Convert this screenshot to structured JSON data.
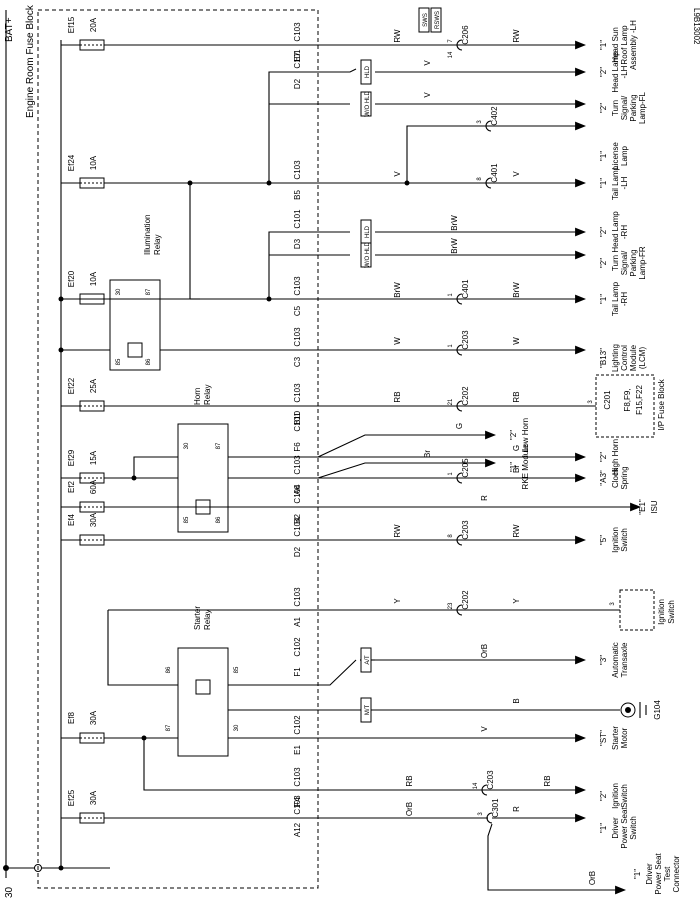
{
  "page": {
    "code": "L9B13002",
    "bat": "BAT+",
    "fuse_block": "Engine Room Fuse Block",
    "ground_num": "30"
  },
  "fuses": [
    {
      "name": "Ef15",
      "rating": "20A"
    },
    {
      "name": "Ef24",
      "rating": "10A"
    },
    {
      "name": "Ef20",
      "rating": "10A"
    },
    {
      "name": "Ef22",
      "rating": "25A"
    },
    {
      "name": "Ef29",
      "rating": "15A"
    },
    {
      "name": "Ef2",
      "rating": "60A"
    },
    {
      "name": "Ef4",
      "rating": "30A"
    },
    {
      "name": "Ef8",
      "rating": "30A"
    },
    {
      "name": "Ef25",
      "rating": "30A"
    }
  ],
  "relays": [
    {
      "name": "Illumination Relay",
      "p1": "30",
      "p2": "87",
      "p3": "85",
      "p4": "86"
    },
    {
      "name": "Horn Relay",
      "p1": "30",
      "p2": "87",
      "p3": "85",
      "p4": "86"
    },
    {
      "name": "Starter Relay",
      "p1": "86",
      "p2": "85",
      "p3": "87",
      "p4": "30"
    }
  ],
  "connectors": [
    {
      "conn": "C103",
      "pin": "E7"
    },
    {
      "conn": "C101",
      "pin": "D2"
    },
    {
      "conn": "C103",
      "pin": "B5"
    },
    {
      "conn": "C101",
      "pin": "D3"
    },
    {
      "conn": "C103",
      "pin": "C5"
    },
    {
      "conn": "C103",
      "pin": "C3"
    },
    {
      "conn": "C103",
      "pin": "B10"
    },
    {
      "conn": "C101",
      "pin": "F6"
    },
    {
      "conn": "C103",
      "pin": "A6"
    },
    {
      "conn": "C104",
      "pin": "B2"
    },
    {
      "conn": "C104",
      "pin": "D2"
    },
    {
      "conn": "C103",
      "pin": "A1"
    },
    {
      "conn": "C102",
      "pin": "F1"
    },
    {
      "conn": "C102",
      "pin": "E1"
    },
    {
      "conn": "C103",
      "pin": "F4"
    },
    {
      "conn": "C103",
      "pin": "A12"
    }
  ],
  "wires": [
    {
      "c1": "RW",
      "c2": "RW"
    },
    {
      "c1": "V",
      "c2": "V"
    },
    {
      "c1": "V",
      "c2": "V"
    },
    {
      "c1": "BrW",
      "c2": "BrW"
    },
    {
      "c1": "BrW",
      "c2": "BrW"
    },
    {
      "c1": "W",
      "c2": "W"
    },
    {
      "c1": "RB",
      "c2": "RB"
    },
    {
      "c1": "G",
      "c2": "G"
    },
    {
      "c1": "Br",
      "c2": "Br"
    },
    {
      "c1": "R",
      "c2": ""
    },
    {
      "c1": "RW",
      "c2": "RW"
    },
    {
      "c1": "Y",
      "c2": "Y"
    },
    {
      "c1": "OrB",
      "c2": ""
    },
    {
      "c1": "B",
      "c2": ""
    },
    {
      "c1": "V",
      "c2": ""
    },
    {
      "c1": "RB",
      "c2": "RB"
    },
    {
      "c1": "OrB",
      "c2": "R"
    },
    {
      "c1": "OrB",
      "c2": ""
    }
  ],
  "inline": [
    {
      "pin": "7",
      "conn": "C206",
      "pin2": "14"
    },
    {
      "pin": "3",
      "conn": "C402"
    },
    {
      "pin": "8",
      "conn": "C401"
    },
    {
      "pin": "1",
      "conn": "C401"
    },
    {
      "pin": "1",
      "conn": "C203"
    },
    {
      "pin": "21",
      "conn": "C202"
    },
    {
      "pin": "1",
      "conn": "C205"
    },
    {
      "pin": "8",
      "conn": "C203"
    },
    {
      "pin": "23",
      "conn": "C202"
    },
    {
      "pin": "14",
      "conn": "C203"
    },
    {
      "pin": "3",
      "conn": "C301"
    }
  ],
  "badges": {
    "sws": "SWS",
    "rsws": "RSWS",
    "hld": "HLD",
    "nohld": "W/O HLD",
    "at": "A/T",
    "mt": "M/T"
  },
  "components": [
    {
      "pin": "\"1\"",
      "name": "Head Sun Roof Lamp Assembly -LH"
    },
    {
      "pin": "\"2\"",
      "name": "Head Lamp -LH"
    },
    {
      "pin": "\"2\"",
      "name": "Turn Signal/ Parking Lamp-FL"
    },
    {
      "pin": "\"1\"",
      "name": "License Lamp"
    },
    {
      "pin": "\"1\"",
      "name": "Tail Lamp -LH"
    },
    {
      "pin": "\"2\"",
      "name": "Head Lamp -RH"
    },
    {
      "pin": "\"2\"",
      "name": "Turn Signal/ Parking Lamp-FR"
    },
    {
      "pin": "\"1\"",
      "name": "Tail Lamp -RH"
    },
    {
      "pin": "\"B13\"",
      "name": "Lighting Control Module (LCM)"
    },
    {
      "pin": "\"2\"",
      "name": "Low Horn"
    },
    {
      "pin": "\"2\"",
      "name": "High Horn"
    },
    {
      "pin": "\"1\"",
      "name": "RKE Module"
    },
    {
      "pin": "\"A3\"",
      "name": "Clock Spring"
    },
    {
      "pin": "\"E1\"",
      "name": "ISU"
    },
    {
      "pin": "\"5\"",
      "name": "Ignition Switch"
    },
    {
      "pin": "\"3\"",
      "name": "Automatic Transaxle"
    },
    {
      "pin": "\"ST\"",
      "name": "Starter Motor"
    },
    {
      "pin": "\"2\"",
      "name": "Ignition Switch"
    },
    {
      "pin": "\"1\"",
      "name": "Driver Power Seat Switch"
    },
    {
      "pin": "\"1\"",
      "name": "Driver Power Seat Test Connector"
    }
  ],
  "ip_fuse": {
    "pin": "3",
    "conn": "C201",
    "fuses": "F8,F9, F15,F22",
    "name": "I/P Fuse Block"
  },
  "ign_box": {
    "pin": "3",
    "name": "Ignition Switch"
  },
  "ground": {
    "name": "G104"
  }
}
